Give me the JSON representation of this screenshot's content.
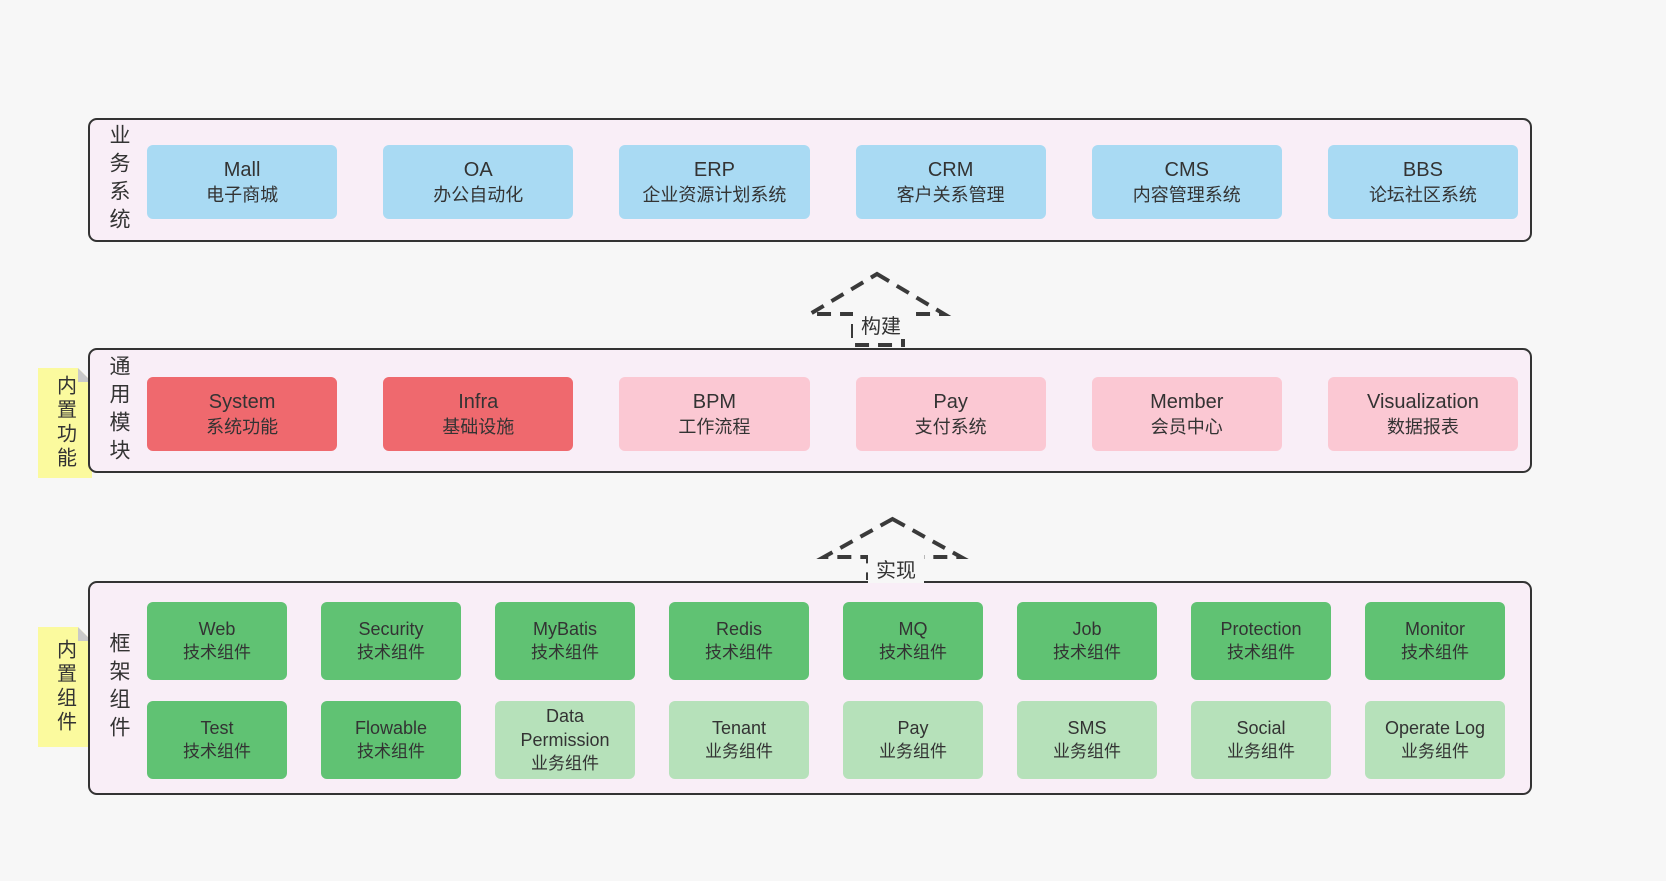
{
  "colors": {
    "page_bg": "#f7f7f7",
    "band_bg": "#f9eef7",
    "band_border": "#333333",
    "blue_box": "#a9daf3",
    "red_box": "#ef696e",
    "pink_box": "#fbc8d3",
    "green_box": "#60c273",
    "light_green_box": "#b6e1ba",
    "note_bg": "#fbfa9e",
    "note_fold": "#c9c9c9",
    "text": "#333333"
  },
  "arrows": {
    "build": "构建",
    "implement": "实现"
  },
  "bands": {
    "business": {
      "side_label": "业务系统",
      "boxes": [
        {
          "en": "Mall",
          "zh": "电子商城"
        },
        {
          "en": "OA",
          "zh": "办公自动化"
        },
        {
          "en": "ERP",
          "zh": "企业资源计划系统"
        },
        {
          "en": "CRM",
          "zh": "客户关系管理"
        },
        {
          "en": "CMS",
          "zh": "内容管理系统"
        },
        {
          "en": "BBS",
          "zh": "论坛社区系统"
        }
      ]
    },
    "modules": {
      "side_label": "通用模块",
      "sticky_note": "内置功能",
      "boxes": [
        {
          "en": "System",
          "zh": "系统功能"
        },
        {
          "en": "Infra",
          "zh": "基础设施"
        },
        {
          "en": "BPM",
          "zh": "工作流程"
        },
        {
          "en": "Pay",
          "zh": "支付系统"
        },
        {
          "en": "Member",
          "zh": "会员中心"
        },
        {
          "en": "Visualization",
          "zh": "数据报表"
        }
      ]
    },
    "components": {
      "side_label": "框架组件",
      "sticky_note": "内置组件",
      "row1": [
        {
          "en": "Web",
          "zh": "技术组件"
        },
        {
          "en": "Security",
          "zh": "技术组件"
        },
        {
          "en": "MyBatis",
          "zh": "技术组件"
        },
        {
          "en": "Redis",
          "zh": "技术组件"
        },
        {
          "en": "MQ",
          "zh": "技术组件"
        },
        {
          "en": "Job",
          "zh": "技术组件"
        },
        {
          "en": "Protection",
          "zh": "技术组件"
        },
        {
          "en": "Monitor",
          "zh": "技术组件"
        }
      ],
      "row2": [
        {
          "en": "Test",
          "zh": "技术组件"
        },
        {
          "en": "Flowable",
          "zh": "技术组件"
        },
        {
          "en": "Data Permission",
          "zh": "业务组件"
        },
        {
          "en": "Tenant",
          "zh": "业务组件"
        },
        {
          "en": "Pay",
          "zh": "业务组件"
        },
        {
          "en": "SMS",
          "zh": "业务组件"
        },
        {
          "en": "Social",
          "zh": "业务组件"
        },
        {
          "en": "Operate Log",
          "zh": "业务组件"
        }
      ]
    }
  }
}
